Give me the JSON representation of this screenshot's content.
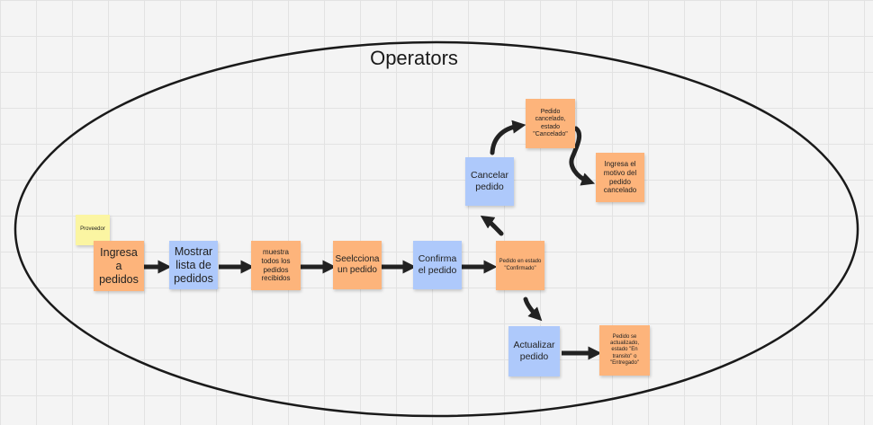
{
  "diagram": {
    "title": "Operators",
    "colors": {
      "orange": "#fdb47b",
      "blue": "#aec9fb",
      "yellow": "#fbf5a2",
      "stroke": "#222222"
    },
    "notes": {
      "proveedor": "Proveedor",
      "ingresa": "Ingresa a pedidos",
      "mostrar": "Mostrar lista de pedidos",
      "muestra": "muestra todos los pedidos recibidos",
      "selecciona": "Seelcciona un pedido",
      "confirma": "Confirma el pedido",
      "confirmado": "Pedido en estado \"Confirmado\"",
      "cancelar": "Cancelar pedido",
      "cancelado": "Pedido cancelado, estado \"Cancelado\"",
      "motivo": "Ingresa el motivo del pedido cancelado",
      "actualizar": "Actualizar pedido",
      "transito": "Pedido se actualizado, estado \"En transito\" o \"Entregado\""
    }
  }
}
